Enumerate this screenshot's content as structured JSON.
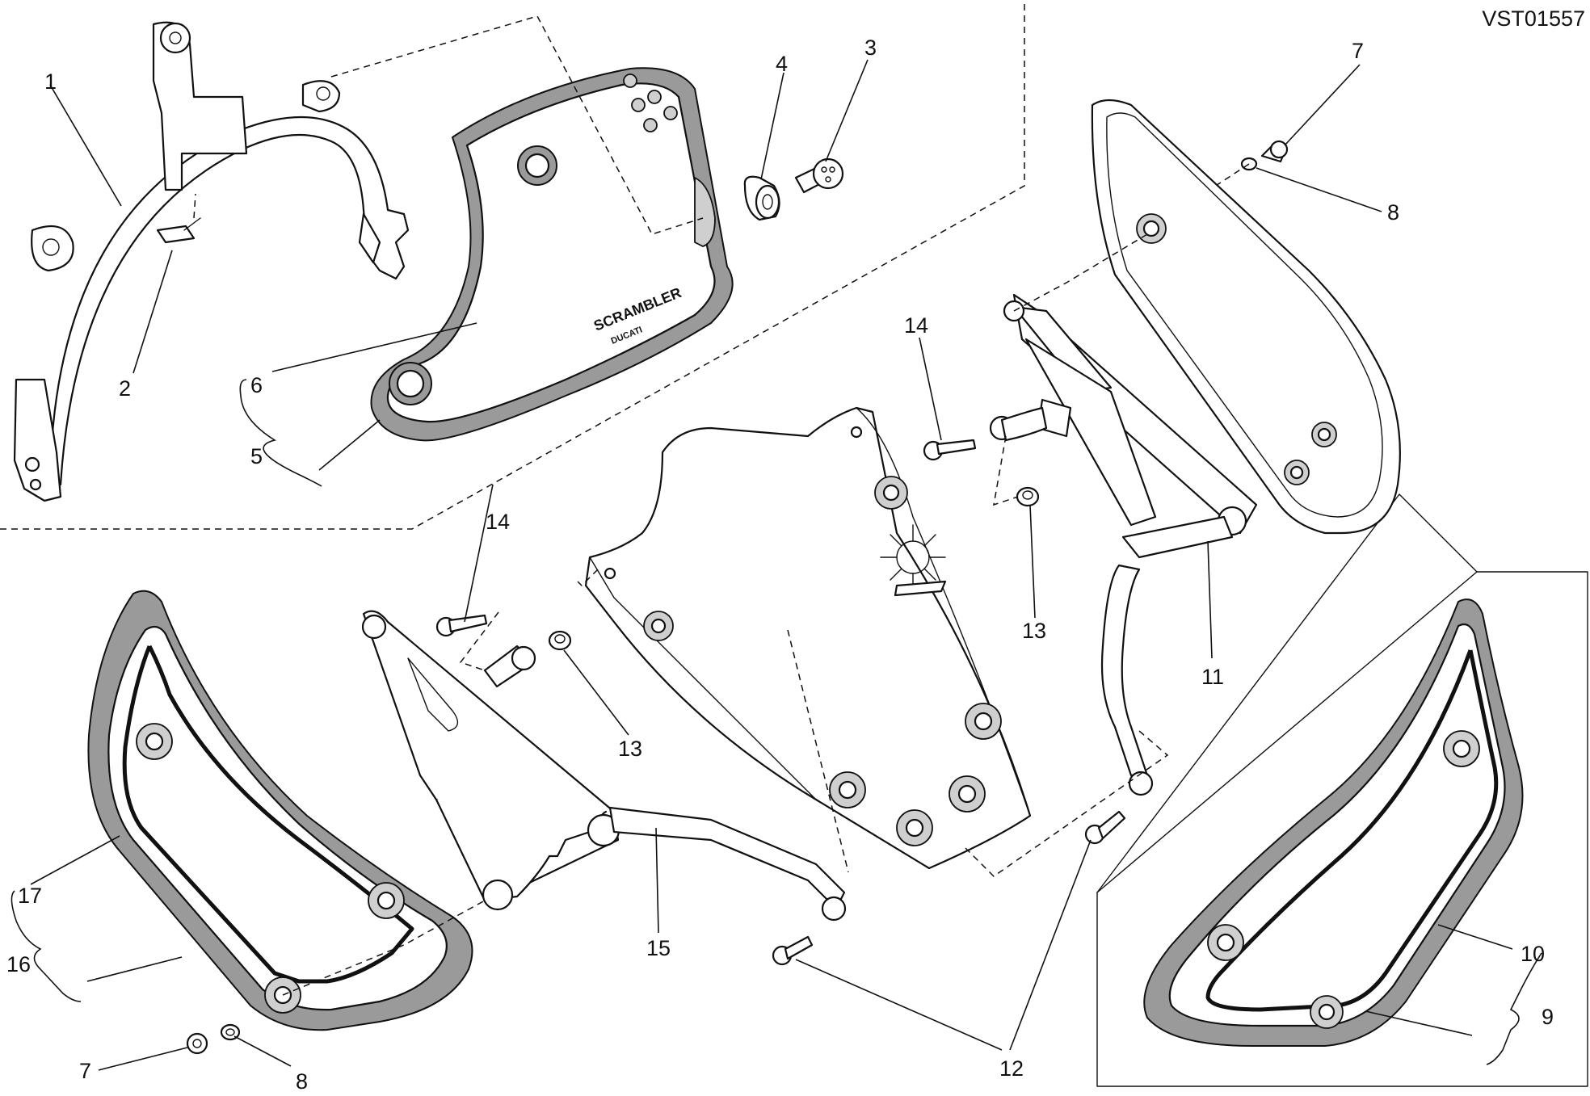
{
  "diagram": {
    "code": "VST01557",
    "brand_text": "SCRAMBLER",
    "brand_sub": "DUCATI"
  },
  "callouts": {
    "c1": "1",
    "c2": "2",
    "c3": "3",
    "c4": "4",
    "c5": "5",
    "c6": "6",
    "c7a": "7",
    "c7b": "7",
    "c8a": "8",
    "c8b": "8",
    "c9": "9",
    "c10": "10",
    "c11": "11",
    "c12": "12",
    "c13a": "13",
    "c13b": "13",
    "c14a": "14",
    "c14b": "14",
    "c15": "15",
    "c16": "16",
    "c17": "17"
  }
}
